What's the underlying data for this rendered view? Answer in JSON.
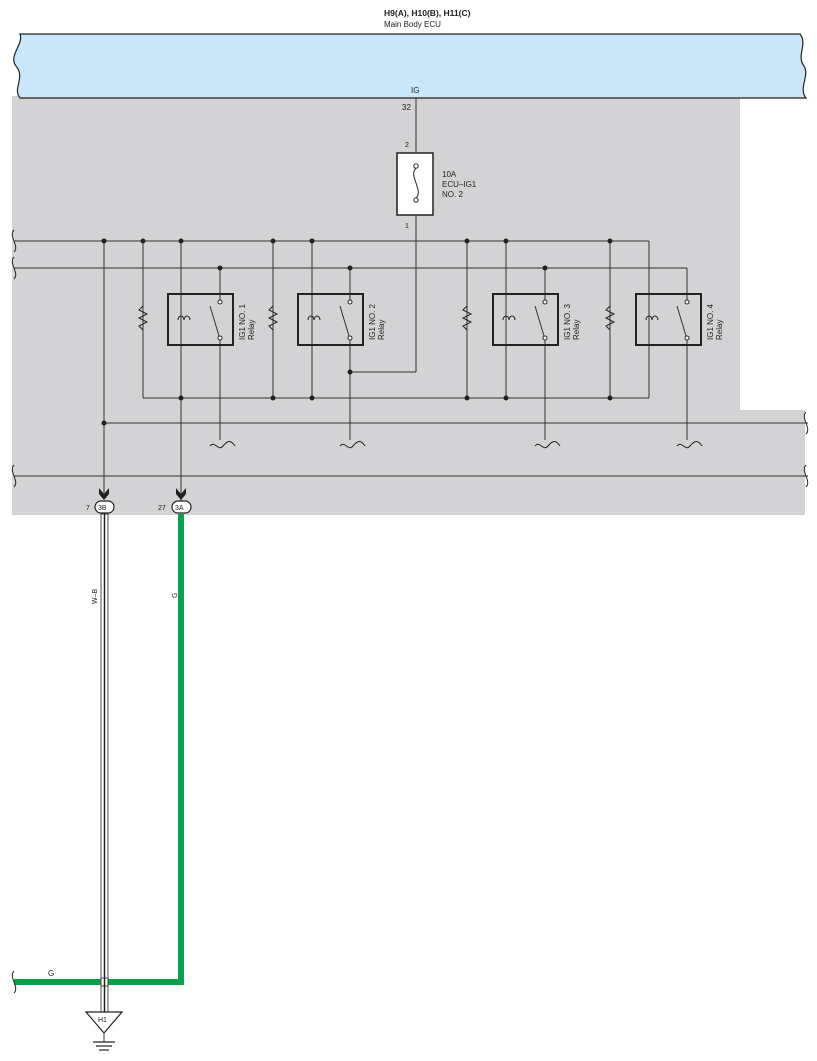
{
  "ecu": {
    "connectors": "H9(A), H10(B), H11(C)",
    "name": "Main Body ECU",
    "pin_label": "IG",
    "pin_number": "32"
  },
  "fuse": {
    "rating": "10A",
    "name": "ECU–IG1",
    "name2": "NO. 2",
    "pin_top": "2",
    "pin_bottom": "1"
  },
  "relays": [
    {
      "label": "IG1 NO. 1",
      "sub": "Relay"
    },
    {
      "label": "IG1 NO. 2",
      "sub": "Relay"
    },
    {
      "label": "IG1 NO. 3",
      "sub": "Relay"
    },
    {
      "label": "IG1 NO. 4",
      "sub": "Relay"
    }
  ],
  "connectors_out": [
    {
      "pin": "7",
      "id": "3B",
      "wire_color_label": "W–B"
    },
    {
      "pin": "27",
      "id": "3A",
      "wire_color_label": "G"
    }
  ],
  "bottom_wire_label": "G",
  "ground": {
    "id": "H1"
  },
  "colors": {
    "ecu_fill": "#c9e7f8",
    "junction_fill": "#d3d3d5",
    "green_wire": "#0aa14a"
  }
}
